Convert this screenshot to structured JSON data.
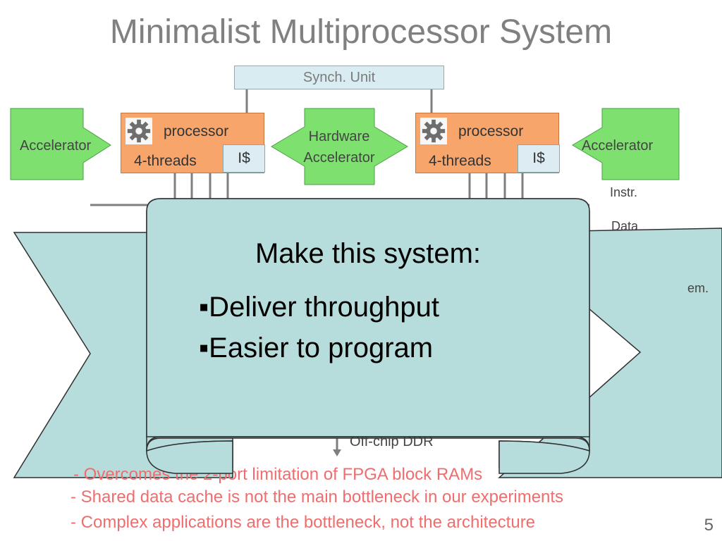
{
  "title": "Minimalist Multiprocessor System",
  "synch_unit": "Synch. Unit",
  "processors": [
    {
      "label": "processor",
      "threads": "4-threads",
      "cache": "I$"
    },
    {
      "label": "processor",
      "threads": "4-threads",
      "cache": "I$"
    }
  ],
  "accelerators": {
    "left": "Accelerator",
    "right": "Accelerator",
    "center_line1": "Hardware",
    "center_line2": "Accelerator"
  },
  "bus_labels": {
    "instr": "Instr.",
    "data": "Data",
    "mem": "em."
  },
  "off_chip": "Off-chip DDR",
  "banner": {
    "heading": "Make this system:",
    "bullets": [
      "▪Deliver throughput",
      "▪Easier to program"
    ]
  },
  "notes": [
    "- Overcomes the 2-port limitation of FPGA block RAMs",
    "- Shared data cache is not the main bottleneck in our experiments",
    "- Complex applications are the bottleneck, not the architecture"
  ],
  "page_number": "5",
  "colors": {
    "processor_fill": "#f8a56c",
    "accelerator_fill": "#7ee06f",
    "banner_fill": "#b7dcdc",
    "note_text": "#f06d6d",
    "title_text": "#808080"
  }
}
